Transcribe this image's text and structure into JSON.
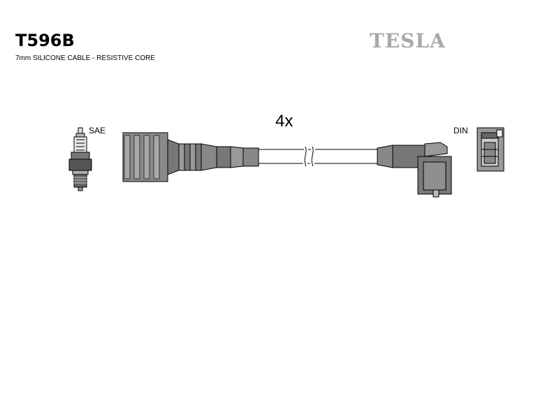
{
  "header": {
    "part_number": "T596B",
    "description": "7mm SILICONE CABLE - RESISTIVE CORE",
    "brand": "TESLA",
    "brand_color": "#a9a9a9"
  },
  "diagram": {
    "quantity": "4x",
    "left_connector_label": "SAE",
    "right_connector_label": "DIN"
  }
}
